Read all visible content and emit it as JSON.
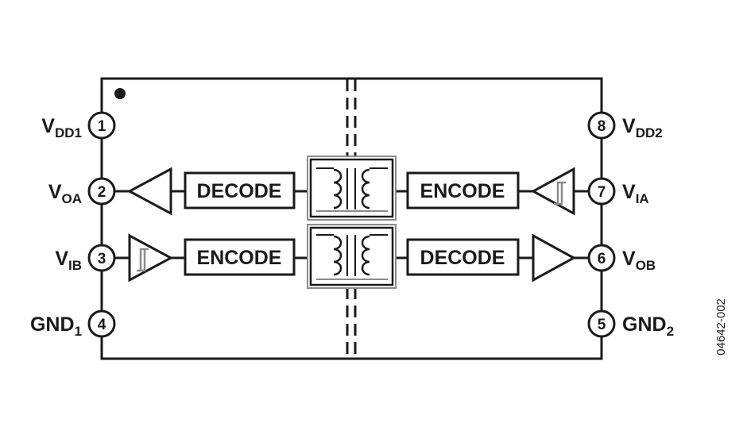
{
  "pins": [
    {
      "num": "1",
      "base": "V",
      "sub": "DD1"
    },
    {
      "num": "2",
      "base": "V",
      "sub": "OA"
    },
    {
      "num": "3",
      "base": "V",
      "sub": "IB"
    },
    {
      "num": "4",
      "base": "GND",
      "sub": "1"
    },
    {
      "num": "5",
      "base": "GND",
      "sub": "2"
    },
    {
      "num": "6",
      "base": "V",
      "sub": "OB"
    },
    {
      "num": "7",
      "base": "V",
      "sub": "IA"
    },
    {
      "num": "8",
      "base": "V",
      "sub": "DD2"
    }
  ],
  "blocks": {
    "top_left": "DECODE",
    "top_right": "ENCODE",
    "bottom_left": "ENCODE",
    "bottom_right": "DECODE"
  },
  "figure_id": "04642-002",
  "colors": {
    "ink": "#1a1a1a",
    "paper": "#ffffff",
    "gray": "#8a8a8a"
  }
}
